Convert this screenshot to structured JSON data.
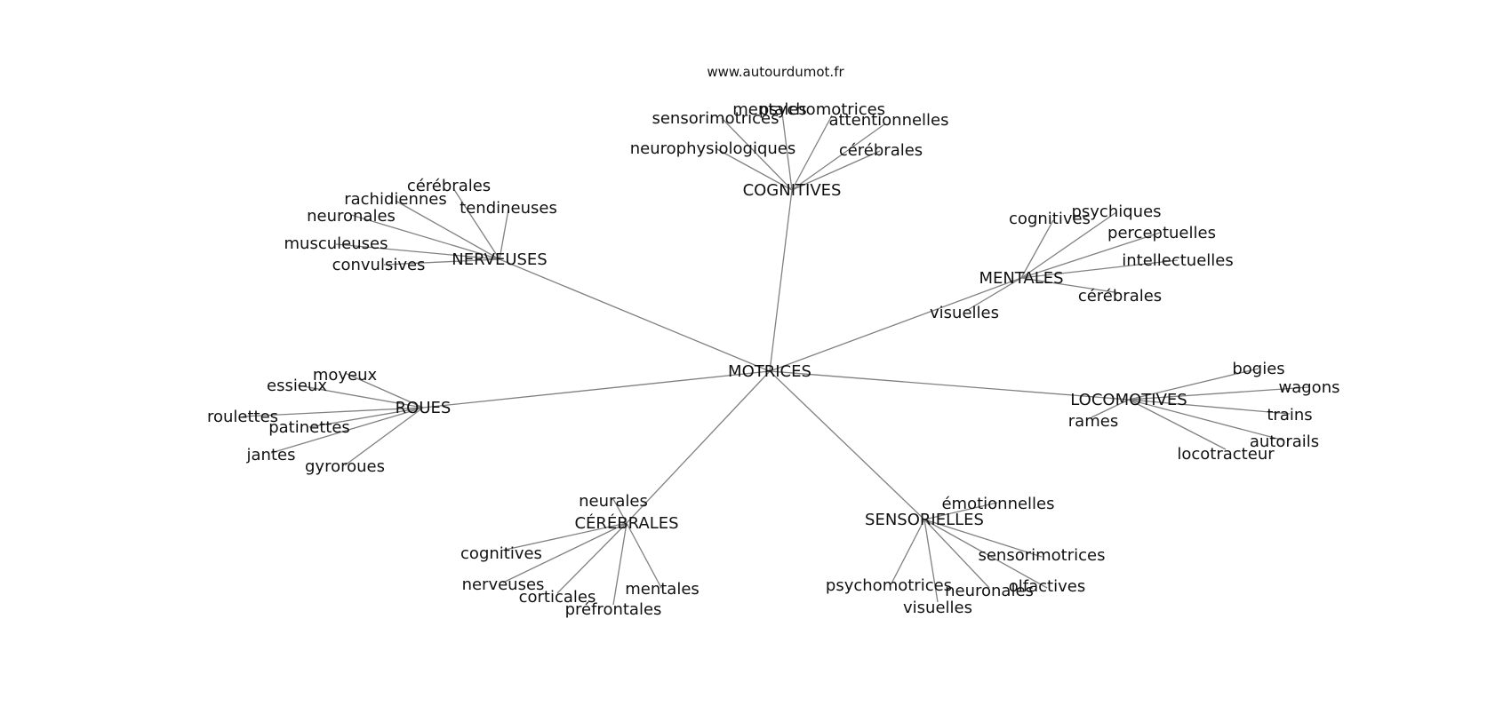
{
  "site": "www.autourdumot.fr",
  "root": "MOTRICES",
  "clusters": [
    {
      "label": "COGNITIVES",
      "leaves": [
        "sensorimotrices",
        "mentales",
        "psychomotrices",
        "attentionnelles",
        "neurophysiologiques",
        "cérébrales"
      ]
    },
    {
      "label": "NERVEUSES",
      "leaves": [
        "cérébrales",
        "rachidiennes",
        "neuronales",
        "tendineuses",
        "musculeuses",
        "convulsives"
      ]
    },
    {
      "label": "MENTALES",
      "leaves": [
        "cognitives",
        "psychiques",
        "perceptuelles",
        "intellectuelles",
        "cérébrales",
        "visuelles"
      ]
    },
    {
      "label": "ROUES",
      "leaves": [
        "moyeux",
        "essieux",
        "roulettes",
        "patinettes",
        "jantes",
        "gyroroues"
      ]
    },
    {
      "label": "LOCOMOTIVES",
      "leaves": [
        "bogies",
        "wagons",
        "trains",
        "rames",
        "autorails",
        "locotracteur"
      ]
    },
    {
      "label": "CÉRÉBRALES",
      "leaves": [
        "neurales",
        "cognitives",
        "nerveuses",
        "corticales",
        "préfrontales",
        "mentales"
      ]
    },
    {
      "label": "SENSORIELLES",
      "leaves": [
        "émotionnelles",
        "sensorimotrices",
        "psychomotrices",
        "neuronales",
        "olfactives",
        "visuelles"
      ]
    }
  ]
}
